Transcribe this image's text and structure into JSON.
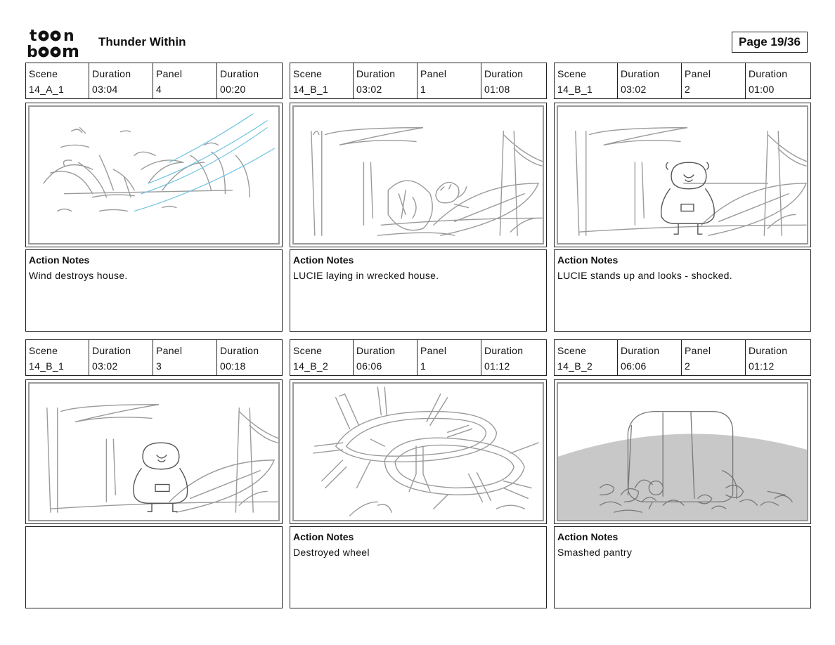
{
  "header": {
    "logo_text": "toon boom",
    "title": "Thunder Within",
    "page": "Page 19/36"
  },
  "labels": {
    "scene": "Scene",
    "duration": "Duration",
    "panel": "Panel",
    "action_notes": "Action Notes"
  },
  "panels": [
    {
      "scene": "14_A_1",
      "scene_duration": "03:04",
      "panel": "4",
      "panel_duration": "00:20",
      "notes": "Wind destroys house."
    },
    {
      "scene": "14_B_1",
      "scene_duration": "03:02",
      "panel": "1",
      "panel_duration": "01:08",
      "notes": "LUCIE laying in wrecked house."
    },
    {
      "scene": "14_B_1",
      "scene_duration": "03:02",
      "panel": "2",
      "panel_duration": "01:00",
      "notes": "LUCIE stands up and looks - shocked."
    },
    {
      "scene": "14_B_1",
      "scene_duration": "03:02",
      "panel": "3",
      "panel_duration": "00:18",
      "notes": ""
    },
    {
      "scene": "14_B_2",
      "scene_duration": "06:06",
      "panel": "1",
      "panel_duration": "01:12",
      "notes": "Destroyed wheel"
    },
    {
      "scene": "14_B_2",
      "scene_duration": "06:06",
      "panel": "2",
      "panel_duration": "01:12",
      "notes": "Smashed pantry"
    }
  ]
}
